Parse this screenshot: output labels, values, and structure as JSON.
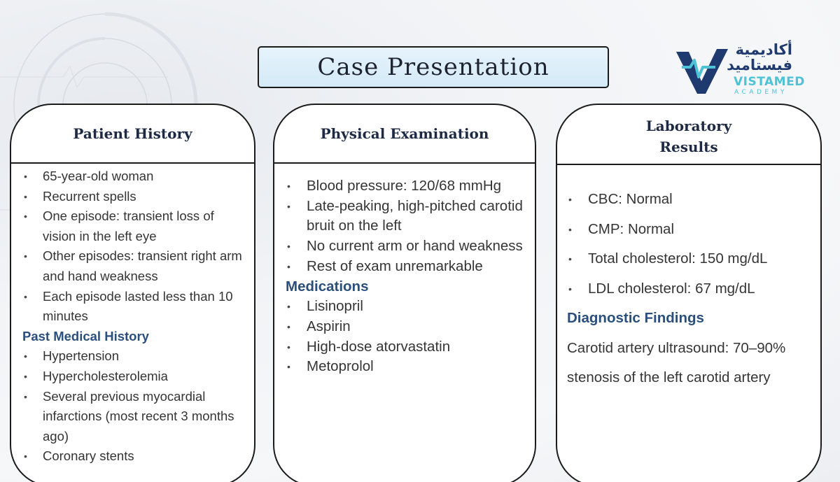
{
  "title": "Case Presentation",
  "logo": {
    "arabic_line1": "أكاديمية",
    "arabic_line2": "فيستاميد",
    "name": "VISTAMED",
    "sub": "ACADEMY",
    "colors": {
      "navy": "#1e3a6e",
      "cyan": "#4ec2d6"
    }
  },
  "patient_history": {
    "heading": "Patient History",
    "items": [
      "65-year-old woman",
      "Recurrent spells",
      "One episode: transient loss of vision in the left eye",
      "Other episodes: transient right arm and hand weakness",
      "Each episode lasted less than 10 minutes"
    ],
    "pmh_heading": "Past Medical History",
    "pmh_items": [
      "Hypertension",
      "Hypercholesterolemia",
      "Several previous myocardial infarctions (most recent 3 months ago)",
      "Coronary stents"
    ]
  },
  "physical_exam": {
    "heading": "Physical Examination",
    "items": [
      "Blood pressure: 120/68 mmHg",
      "Late-peaking, high-pitched carotid bruit on the left",
      "No current arm or hand weakness",
      "Rest of exam unremarkable"
    ],
    "med_heading": "Medications",
    "med_items": [
      "Lisinopril",
      "Aspirin",
      "High-dose atorvastatin",
      "Metoprolol"
    ]
  },
  "lab_results": {
    "heading_line1": "Laboratory",
    "heading_line2": "Results",
    "items": [
      "CBC: Normal",
      "CMP: Normal",
      "Total cholesterol: 150 mg/dL",
      "LDL cholesterol: 67 mg/dL"
    ],
    "dx_heading": "Diagnostic Findings",
    "dx_line1": "Carotid artery ultrasound: 70–90%",
    "dx_line2": "stenosis of the left carotid artery"
  },
  "colors": {
    "accent_heading": "#2a4f7d",
    "title_bg": "#d4eaf7",
    "border": "#1b1b1b"
  }
}
